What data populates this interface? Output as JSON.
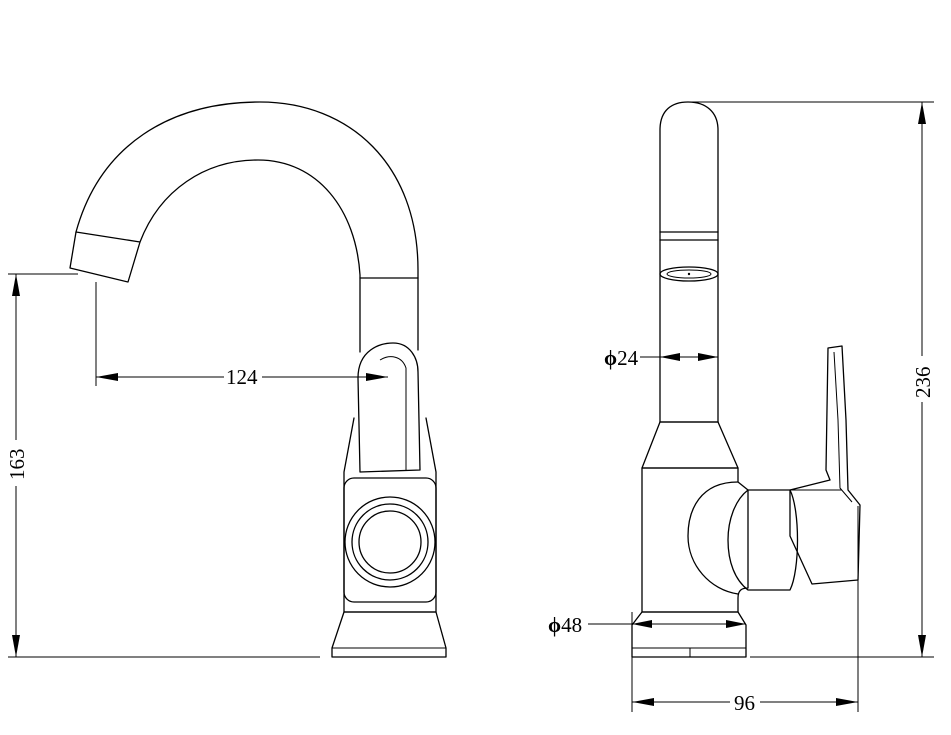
{
  "dimensions": {
    "spout_reach": "124",
    "spout_height": "163",
    "total_height": "236",
    "spout_diameter": "24",
    "base_diameter": "48",
    "depth": "96"
  },
  "symbols": {
    "diameter": "ϕ"
  },
  "colors": {
    "line": "#000000",
    "background": "#ffffff"
  }
}
